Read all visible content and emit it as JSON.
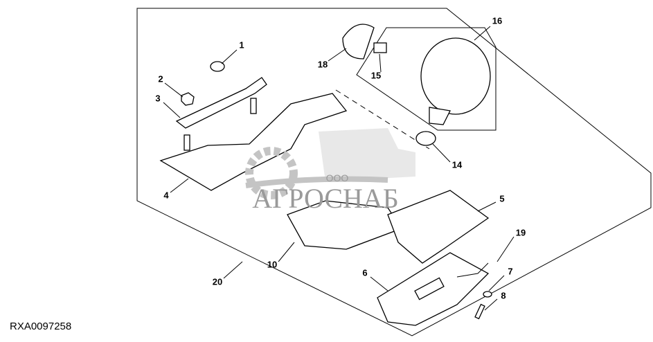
{
  "diagram": {
    "reference_code": "RXA0097258",
    "callouts": [
      "1",
      "2",
      "3",
      "4",
      "5",
      "6",
      "7",
      "8",
      "10",
      "14",
      "15",
      "16",
      "18",
      "19",
      "20"
    ],
    "watermark": {
      "prefix": "ООО",
      "name": "АГРОСНАБ"
    }
  }
}
